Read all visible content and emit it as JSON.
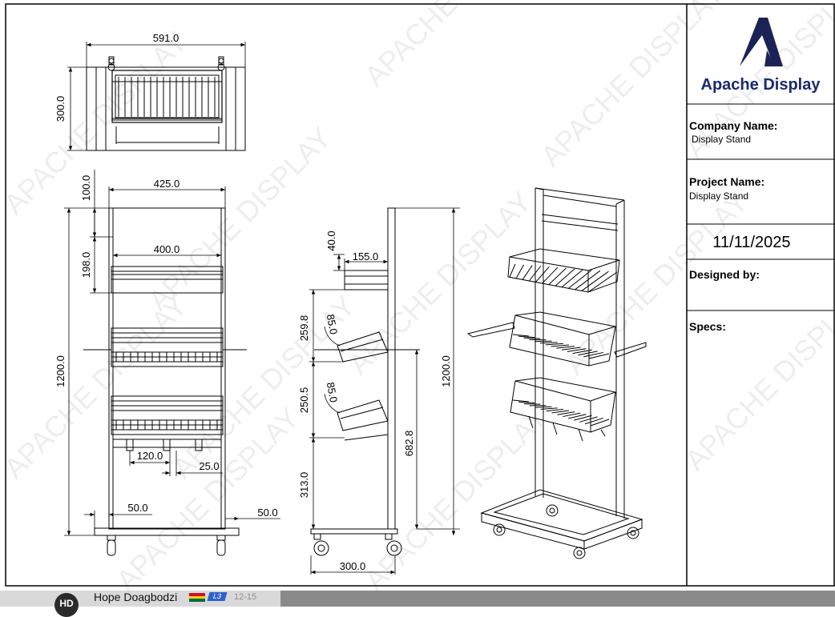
{
  "title_block": {
    "brand": "Apache Display",
    "company_label": "Company Name:",
    "company_value": "Display Stand",
    "project_label": "Project Name:",
    "project_value": "Display Stand",
    "date": "11/11/2025",
    "designed_label": "Designed by:",
    "specs_label": "Specs:"
  },
  "watermark": "APACHE DISPLAY",
  "dimensions": {
    "top_width": "591.0",
    "top_depth": "300.0",
    "front_frame_width": "425.0",
    "front_inner_width": "400.0",
    "front_top_gap": "100.0",
    "front_tier_gap": "198.0",
    "front_height": "1200.0",
    "hook_spacing": "120.0",
    "hook_width": "25.0",
    "leg_left": "50.0",
    "leg_right": "50.0",
    "side_header_height": "40.0",
    "side_header_depth": "155.0",
    "side_upper_gap": "259.8",
    "side_upper_angle": "85.0",
    "side_lower_gap": "250.5",
    "side_lower_angle": "85.0",
    "side_base_height": "313.0",
    "side_lower_tier_height": "682.8",
    "side_height": "1200.0",
    "side_depth": "300.0"
  },
  "footer": {
    "avatar": "HD",
    "user": "Hope Doagbodzi",
    "level": "L3",
    "time": "12-15"
  }
}
